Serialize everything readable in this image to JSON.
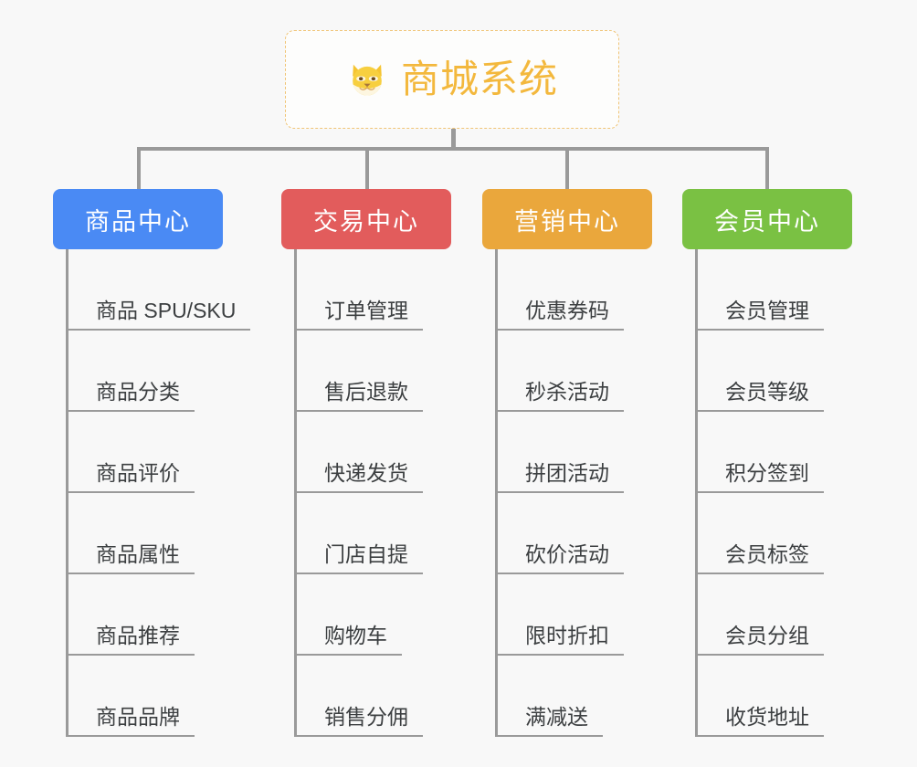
{
  "canvas": {
    "background": "#f8f8f8",
    "line_color": "#9a9a9a"
  },
  "root": {
    "title": "商城系统",
    "icon": "shiba-dog-face-icon",
    "border_color": "#f0c475",
    "text_color": "#f3b83d"
  },
  "columns": [
    {
      "id": "col-0",
      "title": "商品中心",
      "color": "#4a8af4",
      "items": [
        "商品 SPU/SKU",
        "商品分类",
        "商品评价",
        "商品属性",
        "商品推荐",
        "商品品牌"
      ]
    },
    {
      "id": "col-1",
      "title": "交易中心",
      "color": "#e25c5c",
      "items": [
        "订单管理",
        "售后退款",
        "快递发货",
        "门店自提",
        "购物车",
        "销售分佣"
      ]
    },
    {
      "id": "col-2",
      "title": "营销中心",
      "color": "#eaa73c",
      "items": [
        "优惠券码",
        "秒杀活动",
        "拼团活动",
        "砍价活动",
        "限时折扣",
        "满减送"
      ]
    },
    {
      "id": "col-3",
      "title": "会员中心",
      "color": "#7ac143",
      "items": [
        "会员管理",
        "会员等级",
        "积分签到",
        "会员标签",
        "会员分组",
        "收货地址"
      ]
    }
  ]
}
